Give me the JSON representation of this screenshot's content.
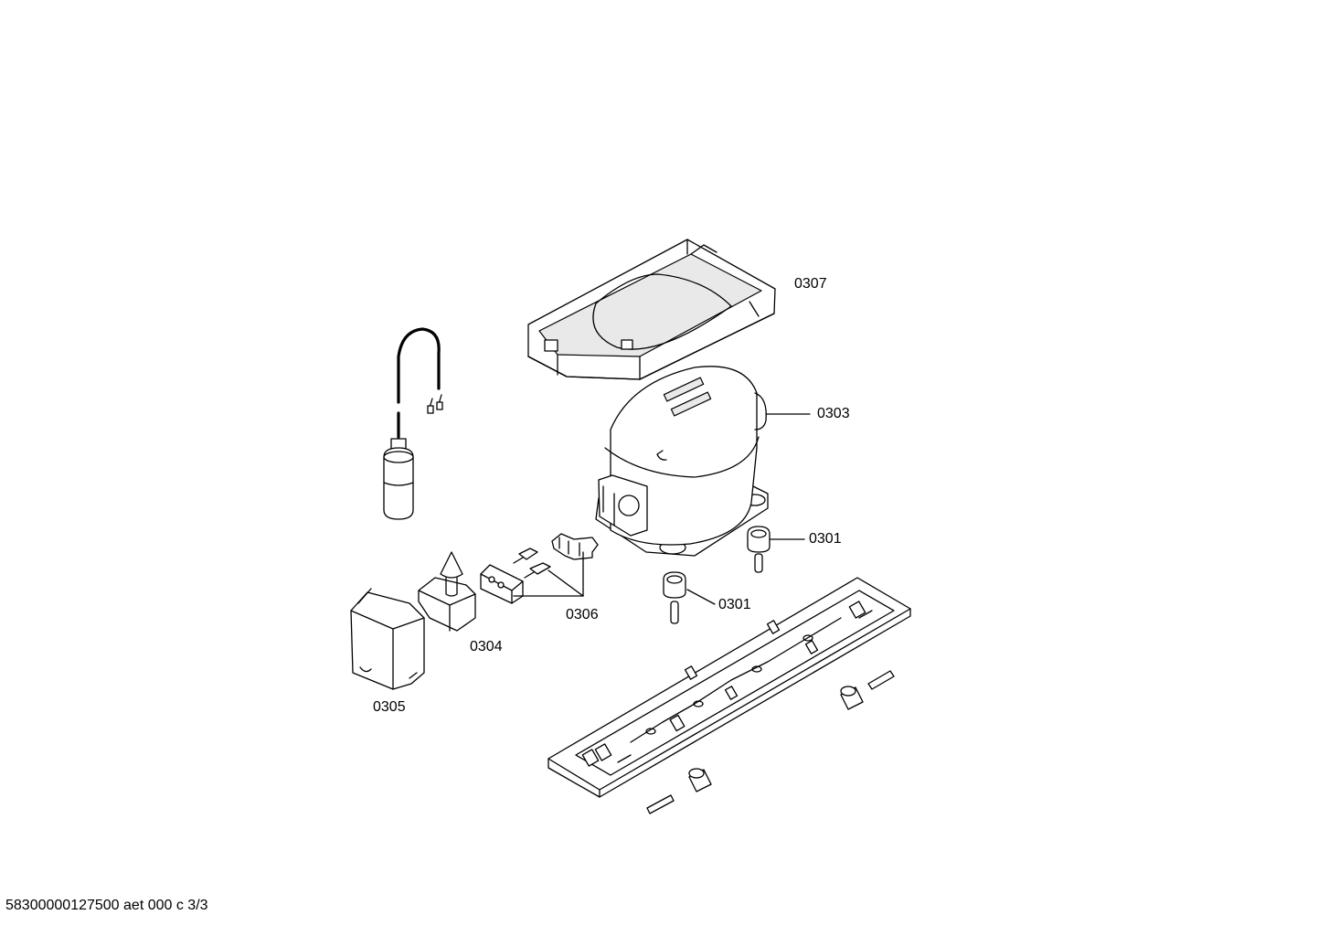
{
  "labels": {
    "p0307": "0307",
    "p0303": "0303",
    "p0301a": "0301",
    "p0301b": "0301",
    "p0306": "0306",
    "p0304": "0304",
    "p0305": "0305"
  },
  "footer": "58300000127500 aet 000 c 3/3"
}
